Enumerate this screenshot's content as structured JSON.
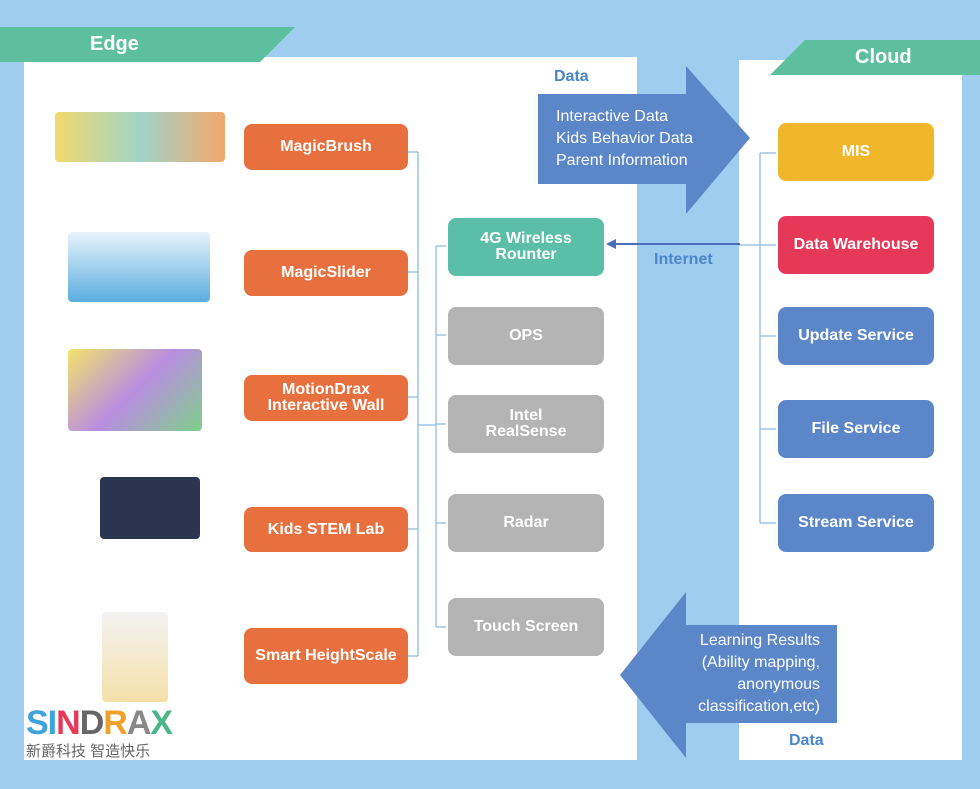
{
  "edge": {
    "title": "Edge"
  },
  "cloud": {
    "title": "Cloud"
  },
  "devices": [
    {
      "label": "MagicBrush"
    },
    {
      "label": "MagicSlider"
    },
    {
      "label": "MotionDrax Interactive Wall"
    },
    {
      "label": "Kids STEM Lab"
    },
    {
      "label": "Smart HeightScale"
    }
  ],
  "middle": [
    {
      "label": "4G Wireless Rounter"
    },
    {
      "label": "OPS"
    },
    {
      "label": "Intel RealSense"
    },
    {
      "label": "Radar"
    },
    {
      "label": "Touch Screen"
    }
  ],
  "services": [
    {
      "label": "MIS",
      "color": "#f0b72a"
    },
    {
      "label": "Data Warehouse",
      "color": "#e6395a"
    },
    {
      "label": "Update Service",
      "color": "#5b87c9"
    },
    {
      "label": "File Service",
      "color": "#5b87c9"
    },
    {
      "label": "Stream Service",
      "color": "#5b87c9"
    }
  ],
  "upload": {
    "label": "Data",
    "lines": [
      "Interactive Data",
      "Kids Behavior Data",
      "Parent Information"
    ]
  },
  "download": {
    "label": "Data",
    "lines": [
      "Learning Results",
      "(Ability mapping,",
      "anonymous",
      "classification,etc)"
    ]
  },
  "internet_label": "Internet",
  "logo": {
    "name": "SINDRAX",
    "tagline": "新爵科技 智造快乐"
  },
  "colors": {
    "bg": "#9ecdef",
    "green": "#5dbf9d",
    "orange": "#e8703f",
    "teal": "#5bbfa8",
    "arrow": "#5b87c9"
  }
}
